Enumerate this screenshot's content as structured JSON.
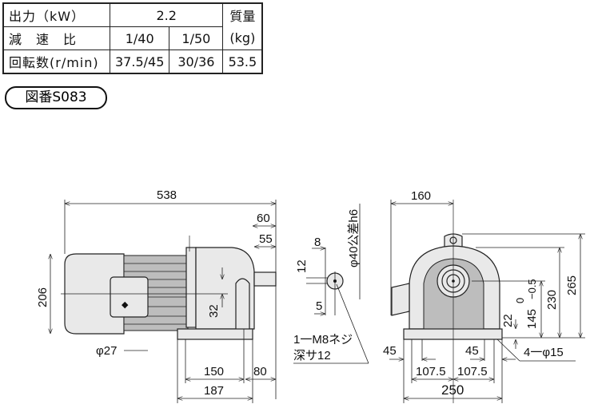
{
  "spec_table": {
    "row1": {
      "label": "出力（kW）",
      "value": "2.2",
      "mass_label": "質量"
    },
    "row2": {
      "label": "減　速　比",
      "ratios": [
        "1/40",
        "1/50"
      ],
      "mass_unit": "(kg)"
    },
    "row3": {
      "label": "回転数(r/min)",
      "speeds": [
        "37.5/45",
        "30/36"
      ],
      "mass": "53.5"
    }
  },
  "drawing_number": "図番S083",
  "side_view": {
    "overall_length": "538",
    "d60": "60",
    "d55": "55",
    "height": "206",
    "d32": "32",
    "conduit": "φ27",
    "d150": "150",
    "d80": "80",
    "d187": "187"
  },
  "shaft_detail": {
    "d8": "8",
    "d12": "12",
    "d5": "5",
    "shaft_dia": "φ40公差h6",
    "tap_line1": "1一M8ネジ",
    "tap_line2": "深サ12"
  },
  "front_view": {
    "d160": "160",
    "d265": "265",
    "d230": "230",
    "d145": "145",
    "tol_upper": "0",
    "tol_lower": "−0.5",
    "d22": "22",
    "holes": "4一φ15",
    "d45_left": "45",
    "d45_right": "45",
    "d107_left": "107.5",
    "d107_right": "107.5",
    "d250": "250"
  }
}
